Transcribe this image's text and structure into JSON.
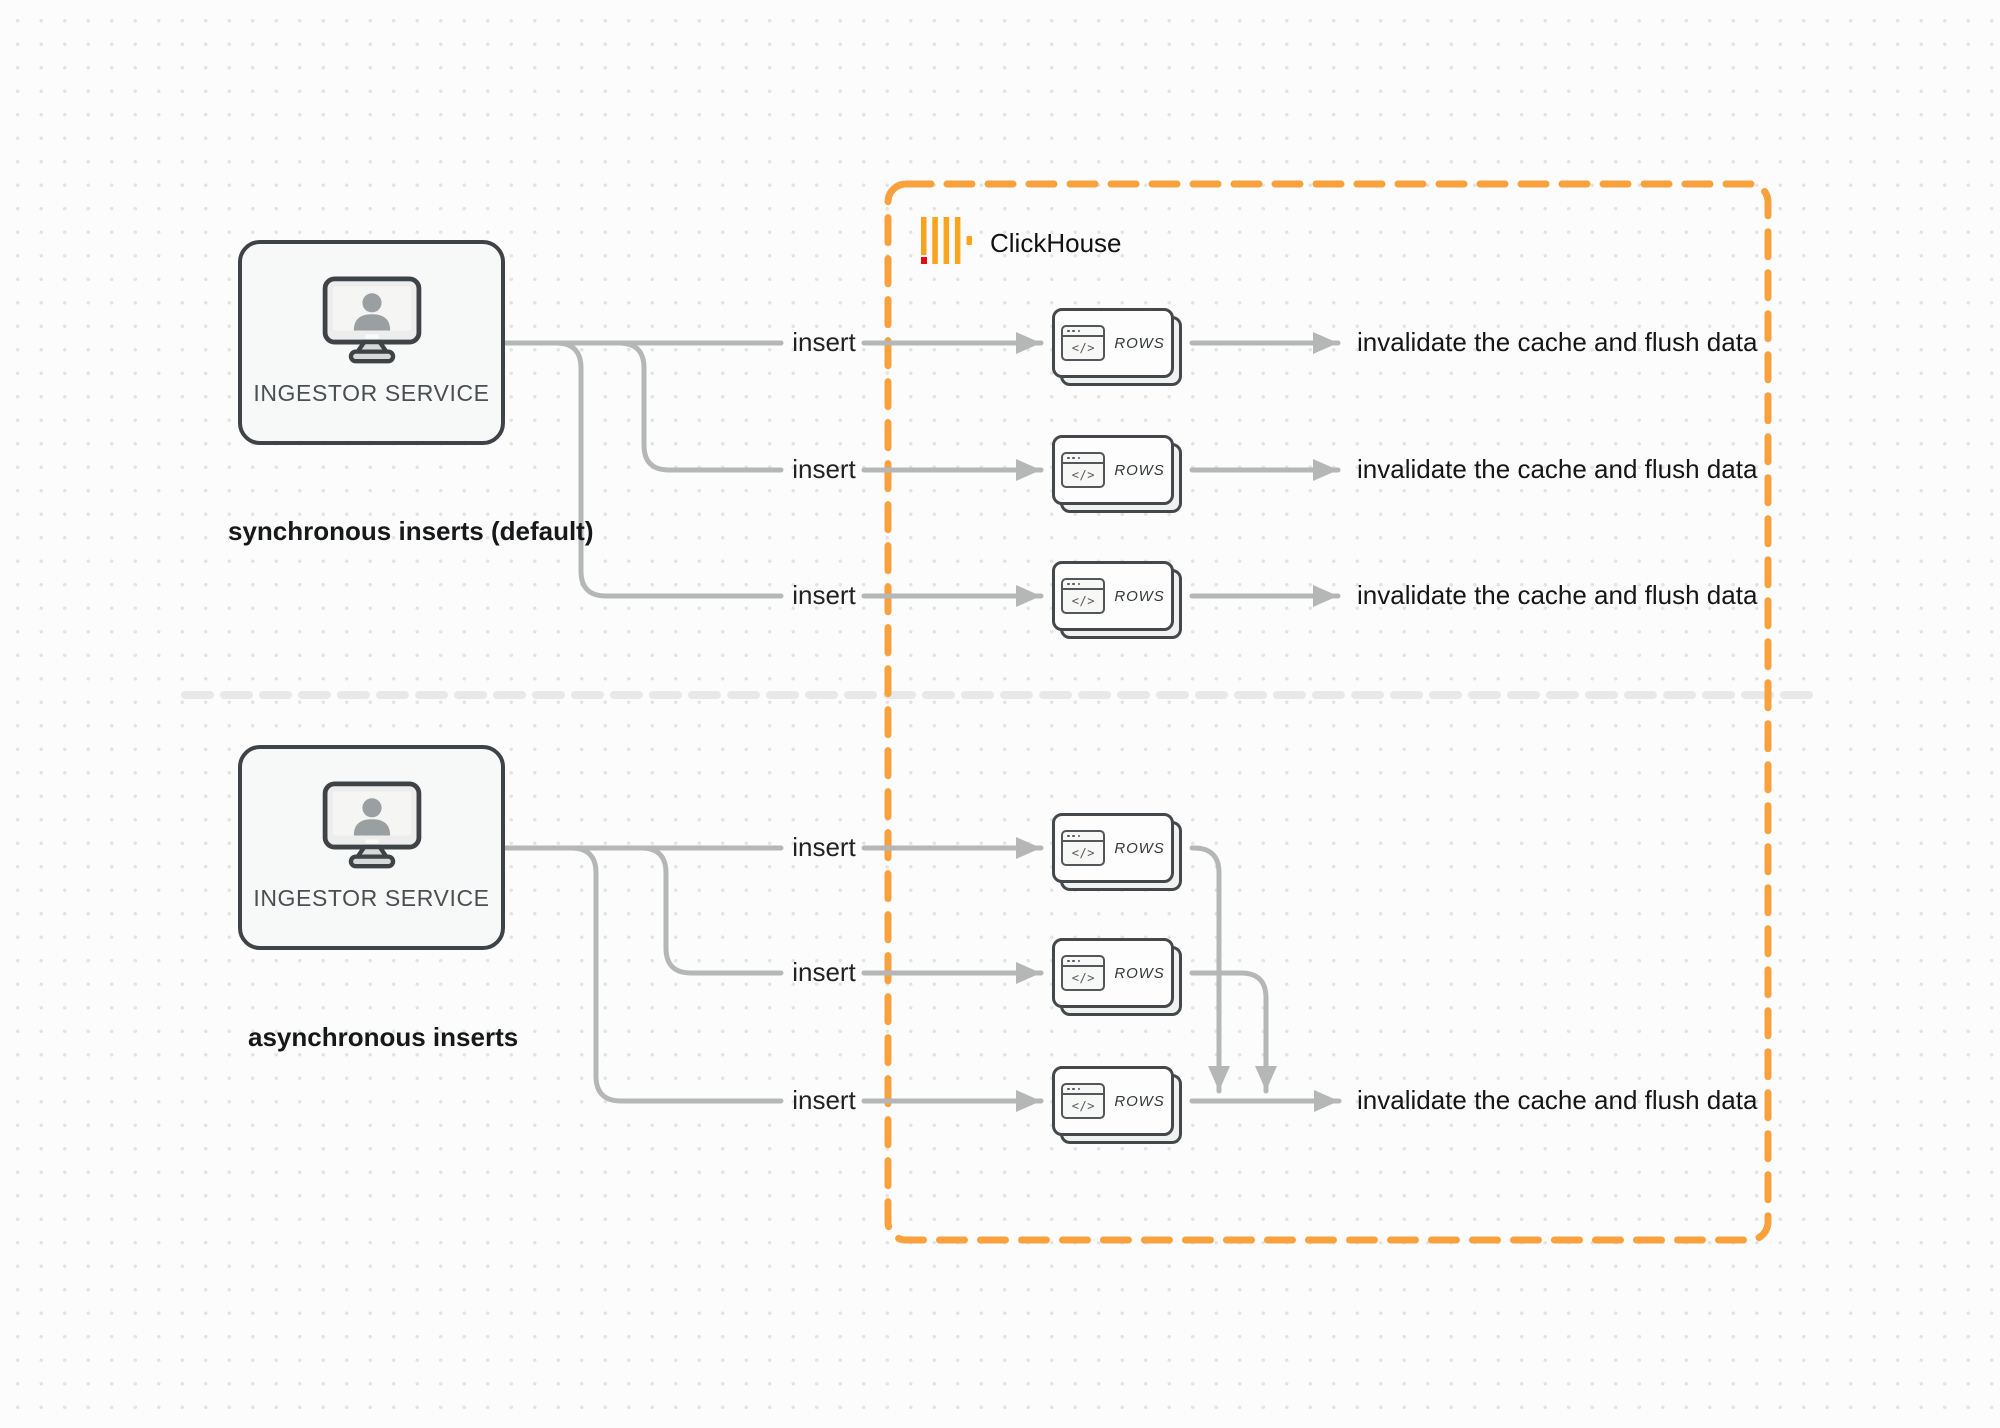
{
  "colors": {
    "accent_orange_border": "#F9A13C",
    "logo_yellow": "#FAA41E",
    "logo_red": "#E60A12",
    "flow_line_gray": "#B5B6B6",
    "box_border_dark": "#3E4347"
  },
  "clickhouse_box": {
    "logo_icon": "clickhouse-logo",
    "label": "ClickHouse"
  },
  "sections": [
    {
      "caption": "synchronous inserts (default)",
      "service": {
        "label": "INGESTOR SERVICE"
      },
      "rows": [
        {
          "insert_label": "insert",
          "card": {
            "code_glyph": "</>",
            "label": "ROWS"
          },
          "result_label": "invalidate the cache and flush data"
        },
        {
          "insert_label": "insert",
          "card": {
            "code_glyph": "</>",
            "label": "ROWS"
          },
          "result_label": "invalidate the cache and flush data"
        },
        {
          "insert_label": "insert",
          "card": {
            "code_glyph": "</>",
            "label": "ROWS"
          },
          "result_label": "invalidate the cache and flush data"
        }
      ]
    },
    {
      "caption": "asynchronous inserts",
      "service": {
        "label": "INGESTOR SERVICE"
      },
      "rows": [
        {
          "insert_label": "insert",
          "card": {
            "code_glyph": "</>",
            "label": "ROWS"
          }
        },
        {
          "insert_label": "insert",
          "card": {
            "code_glyph": "</>",
            "label": "ROWS"
          }
        },
        {
          "insert_label": "insert",
          "card": {
            "code_glyph": "</>",
            "label": "ROWS"
          },
          "result_label": "invalidate the cache and flush data"
        }
      ]
    }
  ]
}
